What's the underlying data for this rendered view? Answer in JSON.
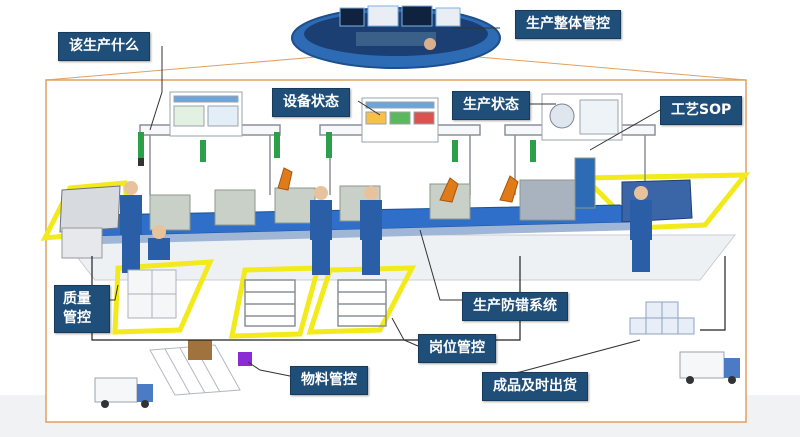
{
  "labels": {
    "overall": "生产整体管控",
    "what_to_produce": "该生产什么",
    "equipment_status": "设备状态",
    "production_status": "生产状态",
    "process_sop": "工艺SOP",
    "quality_line1": "质量",
    "quality_line2": "管控",
    "error_proofing": "生产防错系统",
    "post_control": "岗位管控",
    "material_control": "物料管控",
    "finished_goods": "成品及时出货"
  },
  "colors": {
    "label_bg": "#1f4e79",
    "frame_border": "#e0a060",
    "zone_yellow": "#f2ea1a",
    "worker_blue": "#2a5fa8",
    "conveyor_blue": "#2f6fc9"
  }
}
